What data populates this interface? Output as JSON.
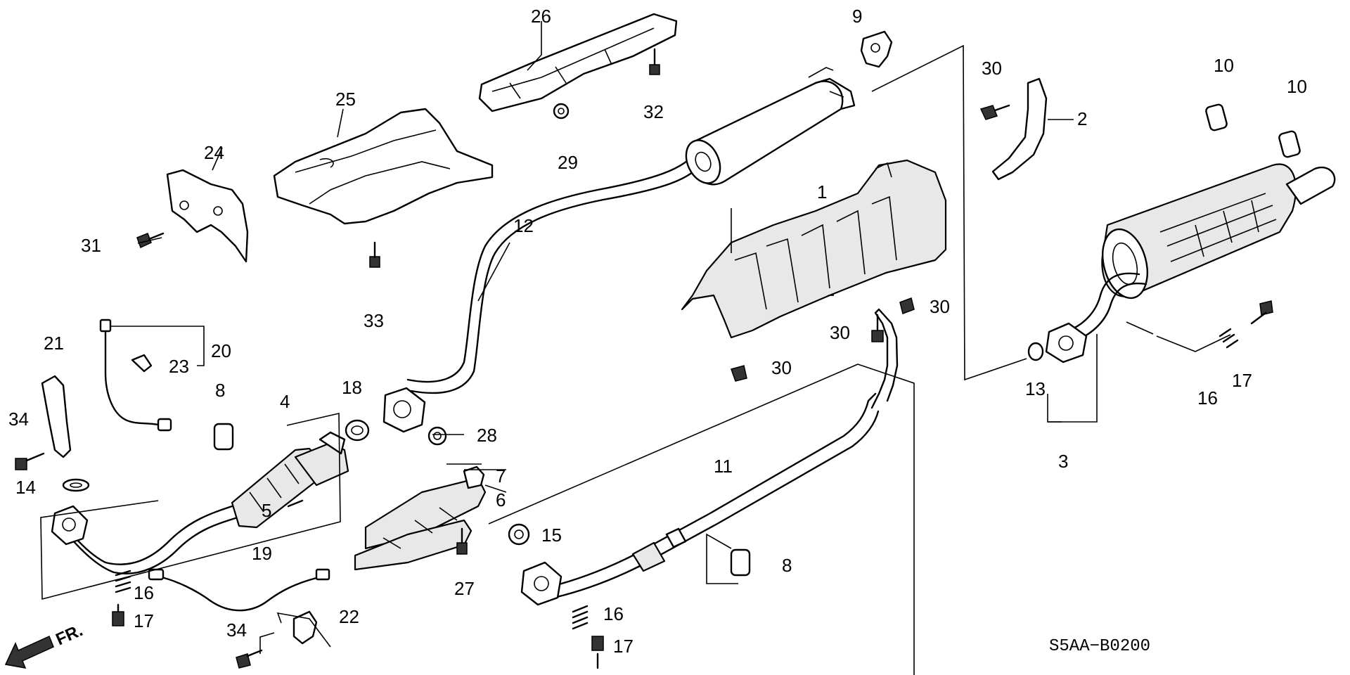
{
  "diagram": {
    "code": "S5AA−B0200",
    "front_indicator": "FR.",
    "callouts": {
      "c1": "1",
      "c2": "2",
      "c3": "3",
      "c4": "4",
      "c5": "5",
      "c6": "6",
      "c7": "7",
      "c8a": "8",
      "c8b": "8",
      "c9": "9",
      "c10a": "10",
      "c10b": "10",
      "c11": "11",
      "c12": "12",
      "c13": "13",
      "c14": "14",
      "c15": "15",
      "c16a": "16",
      "c16b": "16",
      "c16c": "16",
      "c17a": "17",
      "c17b": "17",
      "c17c": "17",
      "c18": "18",
      "c19": "19",
      "c20": "20",
      "c21": "21",
      "c22": "22",
      "c23": "23",
      "c24": "24",
      "c25": "25",
      "c26": "26",
      "c27": "27",
      "c28": "28",
      "c29": "29",
      "c30a": "30",
      "c30b": "30",
      "c30c": "30",
      "c30d": "30",
      "c31": "31",
      "c32": "32",
      "c33": "33",
      "c34a": "34",
      "c34b": "34"
    }
  }
}
